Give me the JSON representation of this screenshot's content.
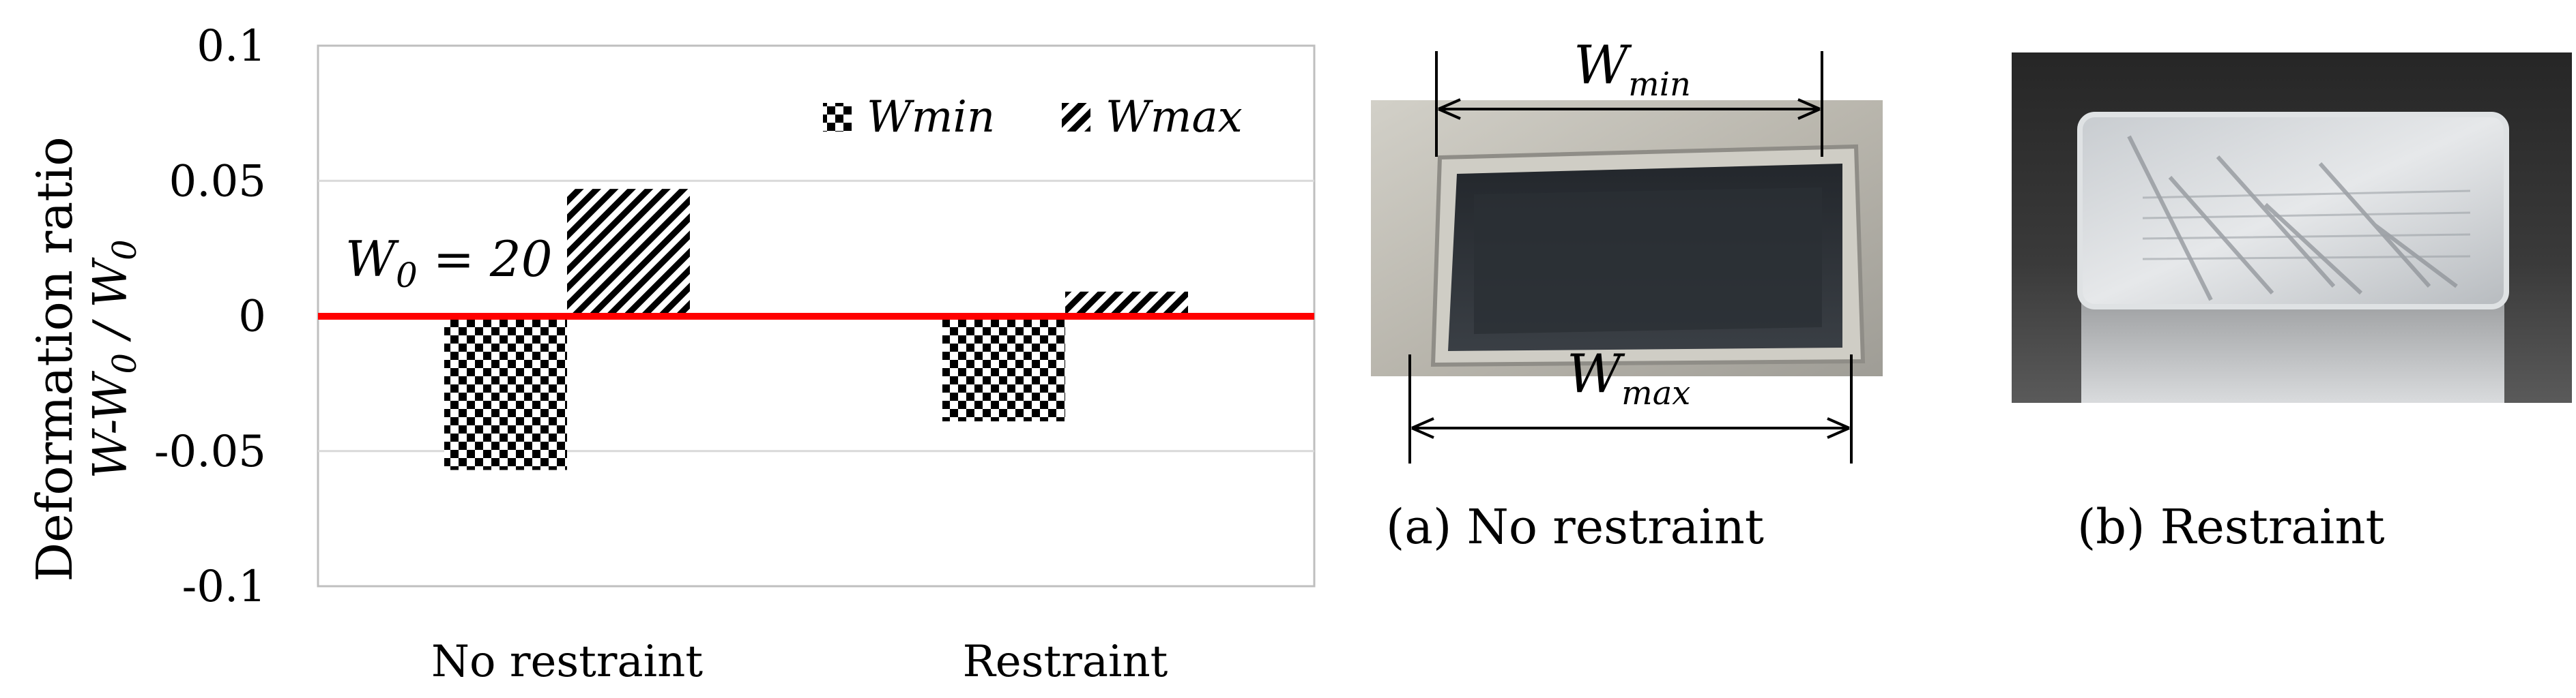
{
  "chart_data": {
    "type": "bar",
    "categories": [
      "No restraint",
      "Restraint"
    ],
    "series": [
      {
        "name": "Wmin",
        "values": [
          -0.057,
          -0.039
        ],
        "pattern": "checker"
      },
      {
        "name": "Wmax",
        "values": [
          0.047,
          0.009
        ],
        "pattern": "diagonal-hatch"
      }
    ],
    "ylabel_line1": "Deformation  ratio",
    "ylabel_line2": {
      "a": "W",
      "b": "-W",
      "b_sub": "0",
      "c": " / W",
      "c_sub": "0"
    },
    "ylim": [
      -0.1,
      0.1
    ],
    "yticks": [
      "0.1",
      "0.05",
      "0",
      "-0.05",
      "-0.1"
    ],
    "ytick_values": [
      0.1,
      0.05,
      0,
      -0.05,
      -0.1
    ],
    "grid": true,
    "legend_position": "top-right",
    "reference_line": {
      "value": 0,
      "color": "#ff0000"
    },
    "annotation": {
      "main": "W",
      "sub": "0",
      "rest": " = 20"
    }
  },
  "photos": {
    "a": {
      "caption": "(a) No restraint",
      "label_top": {
        "main": "W",
        "sub": "min"
      },
      "label_bottom": {
        "main": "W",
        "sub": "max"
      }
    },
    "b": {
      "caption": "(b) Restraint"
    }
  },
  "colors": {
    "bar_pattern": "#000000",
    "reference_line": "#ff0000",
    "grid": "#d9d9d9",
    "axis": "#bfbfbf"
  }
}
